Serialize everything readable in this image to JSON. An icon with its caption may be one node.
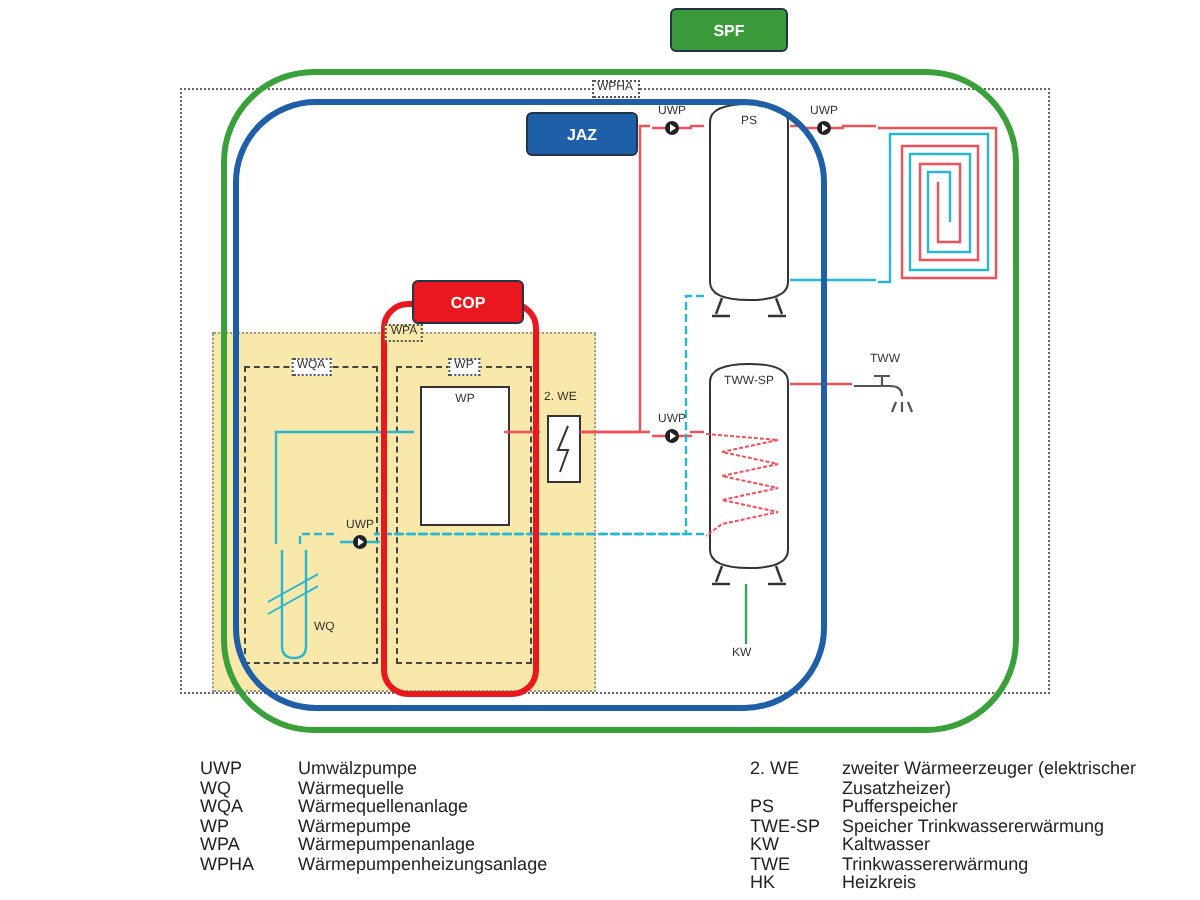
{
  "diagram": {
    "nodes": [
      {
        "text": [
          "SPF"
        ]
      },
      {
        "text": [
          "WPHA"
        ]
      },
      {
        "text": [
          "JAZ"
        ],
        "in": 1
      },
      {
        "text": [
          "UWP"
        ],
        "in": 1
      },
      {
        "text": [
          "PS"
        ],
        "in": 1
      },
      {
        "text": [
          "UWP"
        ],
        "in": 1
      },
      {
        "text": [],
        "shape": "coil",
        "in": 1
      },
      {
        "text": [
          "COP"
        ],
        "in": 1
      },
      {
        "text": [
          "WPA"
        ],
        "in": 1
      },
      {
        "text": [
          "WQA"
        ],
        "in": 8
      },
      {
        "text": [
          "WP"
        ],
        "in": 8
      },
      {
        "text": [
          "WP"
        ],
        "in": 10
      },
      {
        "text": [
          "2. WE"
        ],
        "in": 8
      },
      {
        "text": [
          "UWP"
        ],
        "in": 1
      },
      {
        "text": [
          "TWW-SP"
        ],
        "in": 1
      },
      {
        "text": [
          "TWW"
        ],
        "in": 1
      },
      {
        "text": [
          "UWP"
        ],
        "in": 9
      },
      {
        "text": [
          "WQ"
        ],
        "in": 9
      },
      {
        "text": [
          "KW"
        ],
        "in": 1
      }
    ],
    "edges": [
      {
        "from": 11,
        "to": 12,
        "arrow": "none"
      },
      {
        "from": 12,
        "to": 13,
        "arrow": "none"
      },
      {
        "from": 13,
        "to": 14,
        "arrow": "none"
      },
      {
        "from": 12,
        "to": 3,
        "arrow": "none"
      },
      {
        "from": 3,
        "to": 4,
        "arrow": "none"
      },
      {
        "from": 4,
        "to": 5,
        "arrow": "none"
      },
      {
        "from": 5,
        "to": 6,
        "arrow": "none"
      },
      {
        "from": 6,
        "to": 4,
        "arrow": "none",
        "color": "#29b6d2"
      },
      {
        "from": 14,
        "to": 15,
        "arrow": "none"
      },
      {
        "from": 18,
        "to": 14,
        "arrow": "none",
        "color": "#3aa655"
      },
      {
        "from": 14,
        "to": 16,
        "arrow": "none",
        "style": "dashed",
        "color": "#29b6d2"
      },
      {
        "from": 4,
        "to": 16,
        "arrow": "none",
        "style": "dashed",
        "color": "#29b6d2"
      },
      {
        "from": 16,
        "to": 17,
        "arrow": "none",
        "style": "dashed",
        "color": "#29b6d2"
      },
      {
        "from": 11,
        "to": 17,
        "arrow": "none",
        "color": "#29b6d2"
      }
    ],
    "labels": [
      "UWP",
      "Umwälzpumpe",
      "WQ",
      "Wärmequelle",
      "WQA",
      "Wärmequellenanlage",
      "WP",
      "Wärmepumpe",
      "WPA",
      "Wärmepumpenanlage",
      "WPHA",
      "Wärmepumpenheizungsanlage",
      "2. WE",
      "zweiter Wärmeerzeuger (elektrischer Zusatzheizer)",
      "PS",
      "Pufferspeicher",
      "TWE-SP",
      "Speicher Trinkwassererwärmung",
      "KW",
      "Kaltwasser",
      "TWE",
      "Trinkwassererwärmung",
      "HK",
      "Heizkreis"
    ]
  }
}
